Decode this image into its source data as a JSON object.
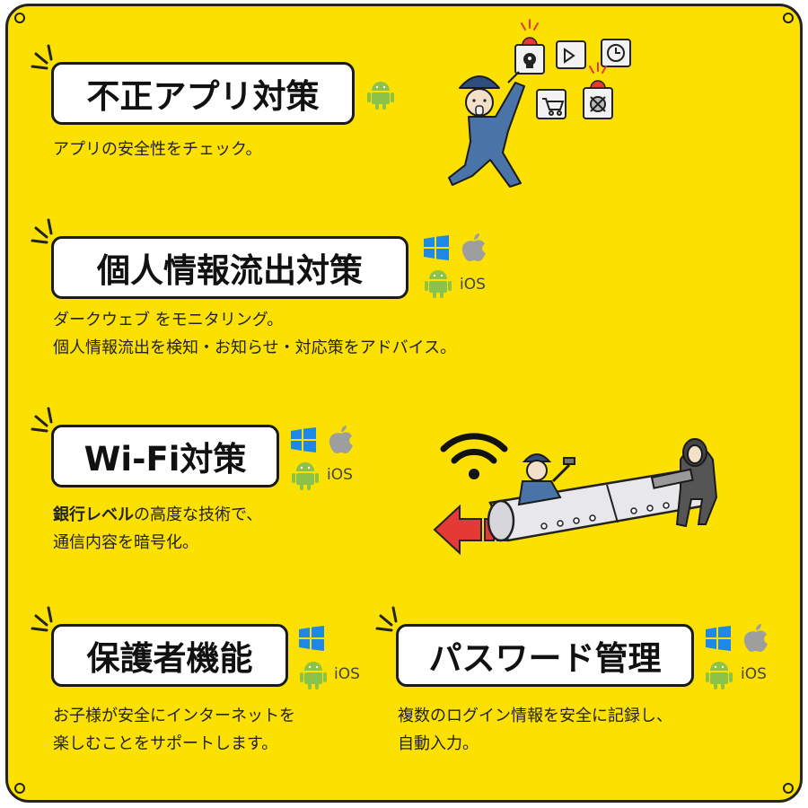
{
  "sections": [
    {
      "title": "不正アプリ対策",
      "desc": [
        "アプリの安全性をチェック。"
      ],
      "platforms": [
        "android-icon"
      ]
    },
    {
      "title": "個人情報流出対策",
      "desc": [
        "ダークウェブ をモニタリング。",
        "個人情報流出を検知・お知らせ・対応策をアドバイス。"
      ],
      "platforms": [
        "windows-icon",
        "apple-icon",
        "android-icon"
      ],
      "ios_label": "iOS"
    },
    {
      "title": "Wi-Fi対策",
      "desc_bold": "銀行レベル",
      "desc": [
        "の高度な技術で、",
        "通信内容を暗号化。"
      ],
      "platforms": [
        "windows-icon",
        "apple-icon",
        "android-icon"
      ],
      "ios_label": "iOS"
    },
    {
      "title": "保護者機能",
      "desc": [
        "お子様が安全にインターネットを",
        "楽しむことをサポートします。"
      ],
      "platforms": [
        "windows-icon",
        "android-icon"
      ],
      "ios_label": "iOS"
    },
    {
      "title": "パスワード管理",
      "desc": [
        "複数のログイン情報を安全に記録し、",
        "自動入力。"
      ],
      "platforms": [
        "windows-icon",
        "apple-icon",
        "android-icon"
      ],
      "ios_label": "iOS"
    }
  ],
  "colors": {
    "background": "#FBE000",
    "windows": "#1E88E5",
    "android": "#8BC34A",
    "apple": "#9E9E9E",
    "arrow": "#E53935",
    "navy": "#2F4E7C"
  },
  "illustrations": [
    "worker-pointing-at-threat-icons",
    "worker-and-hacker-at-pipe"
  ]
}
